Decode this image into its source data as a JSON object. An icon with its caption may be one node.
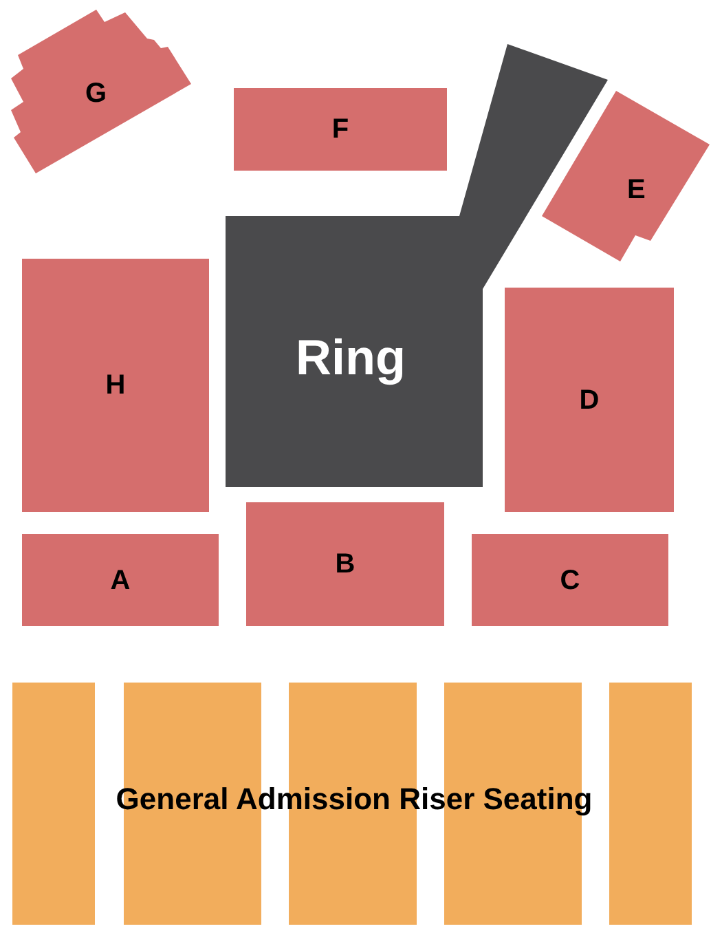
{
  "diagram": {
    "nodes": [
      {
        "text": [
          "G"
        ]
      },
      {
        "text": [
          "F"
        ]
      },
      {
        "text": [
          "E"
        ]
      },
      {
        "text": [
          "Ring"
        ]
      },
      {
        "text": [
          "H"
        ]
      },
      {
        "text": [
          "D"
        ]
      },
      {
        "text": [
          "A"
        ]
      },
      {
        "text": [
          "B"
        ]
      },
      {
        "text": [
          "C"
        ]
      },
      {
        "text": [],
        "shape": "bar"
      },
      {
        "text": [],
        "shape": "bar"
      },
      {
        "text": [],
        "shape": "bar"
      },
      {
        "text": [],
        "shape": "bar"
      },
      {
        "text": [],
        "shape": "bar"
      }
    ],
    "labels": [
      "General Admission Riser Seating"
    ]
  }
}
